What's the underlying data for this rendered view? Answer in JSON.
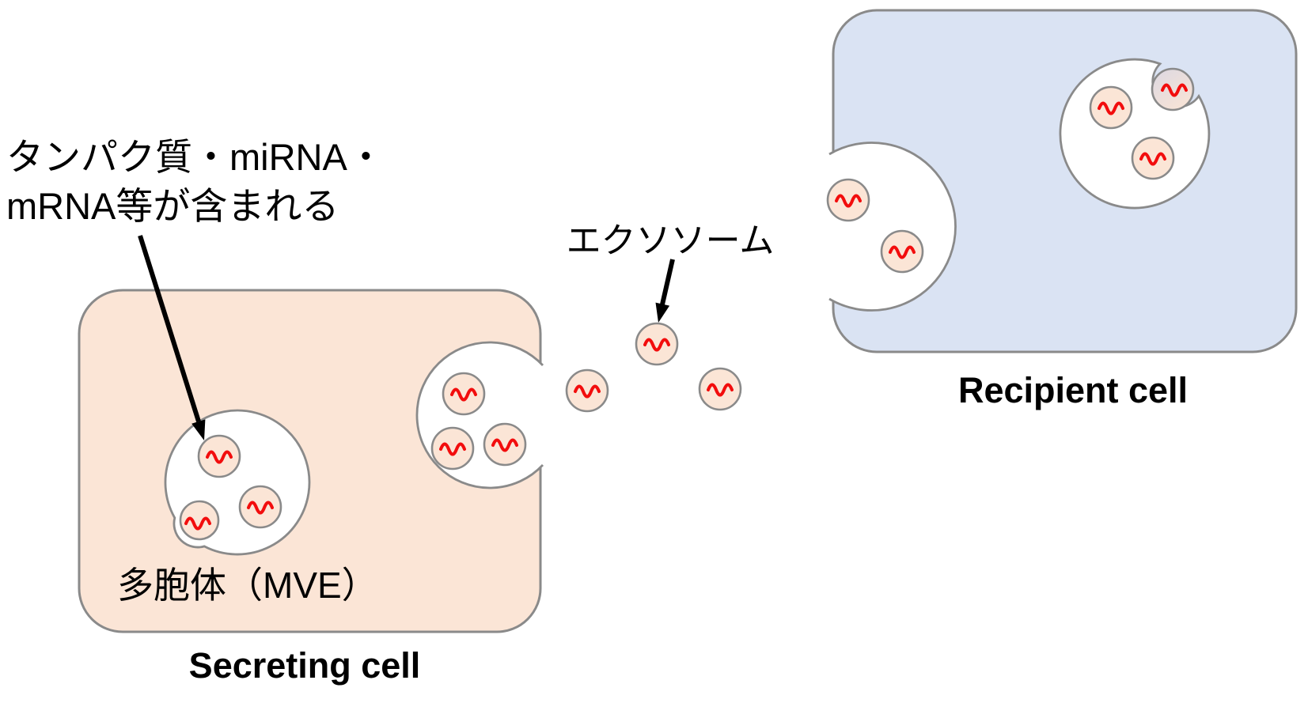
{
  "diagram": {
    "labels": {
      "protein_annotation_line1": "タンパク質・miRNA・",
      "protein_annotation_line2": "mRNA等が含まれる",
      "exosome": "エクソソーム",
      "mve": "多胞体（MVE）",
      "secreting_cell": "Secreting cell",
      "recipient_cell": "Recipient cell"
    },
    "structure": {
      "free_exosome_count": 3,
      "secreting_cell_mve_count": 2,
      "left_mve_vesicle_count": 3,
      "fusing_mve_vesicle_count": 3,
      "recipient_endosome_vesicle_count": 3,
      "recipient_uptake_vesicle_count": 2
    },
    "icons": {
      "rna_squiggle": "red-sine-wave",
      "arrow": "black-pointer-arrow"
    },
    "colors": {
      "secreting_cell_fill": "#FBE5D6",
      "recipient_cell_fill": "#DAE3F3",
      "vesicle_fill": "#FBE5D6",
      "organelle_fill": "#FFFFFF",
      "membrane_stroke": "#8A8A8A",
      "rna_squiggle": "#F20D0D",
      "arrow": "#000000",
      "entering_vesicle_top": "#DCD8E2",
      "entering_vesicle_bottom": "#F7E3D6"
    }
  }
}
